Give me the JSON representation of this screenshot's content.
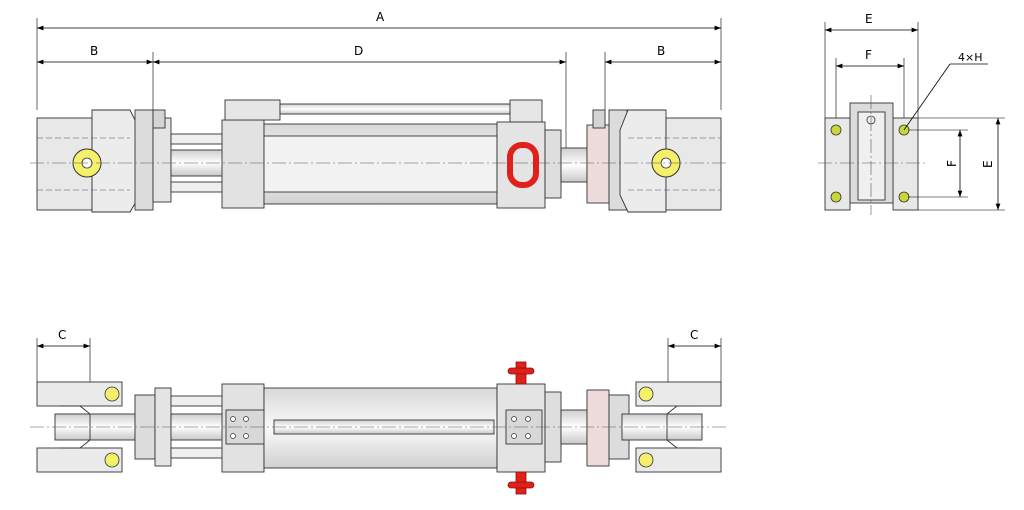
{
  "dimensions": {
    "overall_length": "A",
    "end_width_left": "B",
    "body_length": "D",
    "end_width_right": "B",
    "side_width": "E",
    "hole_spacing": "F",
    "hole_spec": "4×H",
    "hole_spacing_vertical": "F",
    "side_height": "E",
    "offset_left": "C",
    "offset_right": "C"
  },
  "colors": {
    "pin_yellow": "#f5f06a",
    "handle_red": "#e0201a",
    "body_gray": "#e6e6e6",
    "body_light": "#f4f4f4",
    "pink_block": "#eedcdc"
  },
  "icons": {
    "lifting_eye": "lifting-eye-icon",
    "red_handle": "red-handle-icon"
  }
}
